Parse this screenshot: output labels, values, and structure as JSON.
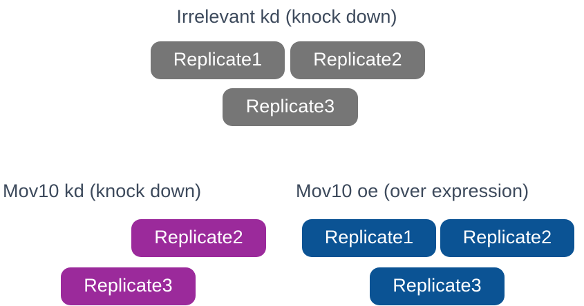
{
  "diagram": {
    "title": "Irrelevant kd (knock down)",
    "background_color": "#ffffff",
    "heading_color": "#3d4a5c",
    "label_color": "#ffffff",
    "groups": [
      {
        "id": "irrelevant-kd",
        "heading": "Irrelevant kd (knock down)",
        "color": "#767676",
        "color_name": "gray",
        "replicates": [
          {
            "label": "Replicate1"
          },
          {
            "label": "Replicate2"
          },
          {
            "label": "Replicate3"
          }
        ]
      },
      {
        "id": "mov10-kd",
        "heading": "Mov10 kd (knock down)",
        "color": "#9b2a9b",
        "color_name": "magenta",
        "replicates": [
          {
            "label": "Replicate2"
          },
          {
            "label": "Replicate3"
          }
        ]
      },
      {
        "id": "mov10-oe",
        "heading": "Mov10 oe (over expression)",
        "color": "#0b5394",
        "color_name": "blue",
        "replicates": [
          {
            "label": "Replicate1"
          },
          {
            "label": "Replicate2"
          },
          {
            "label": "Replicate3"
          }
        ]
      }
    ]
  }
}
